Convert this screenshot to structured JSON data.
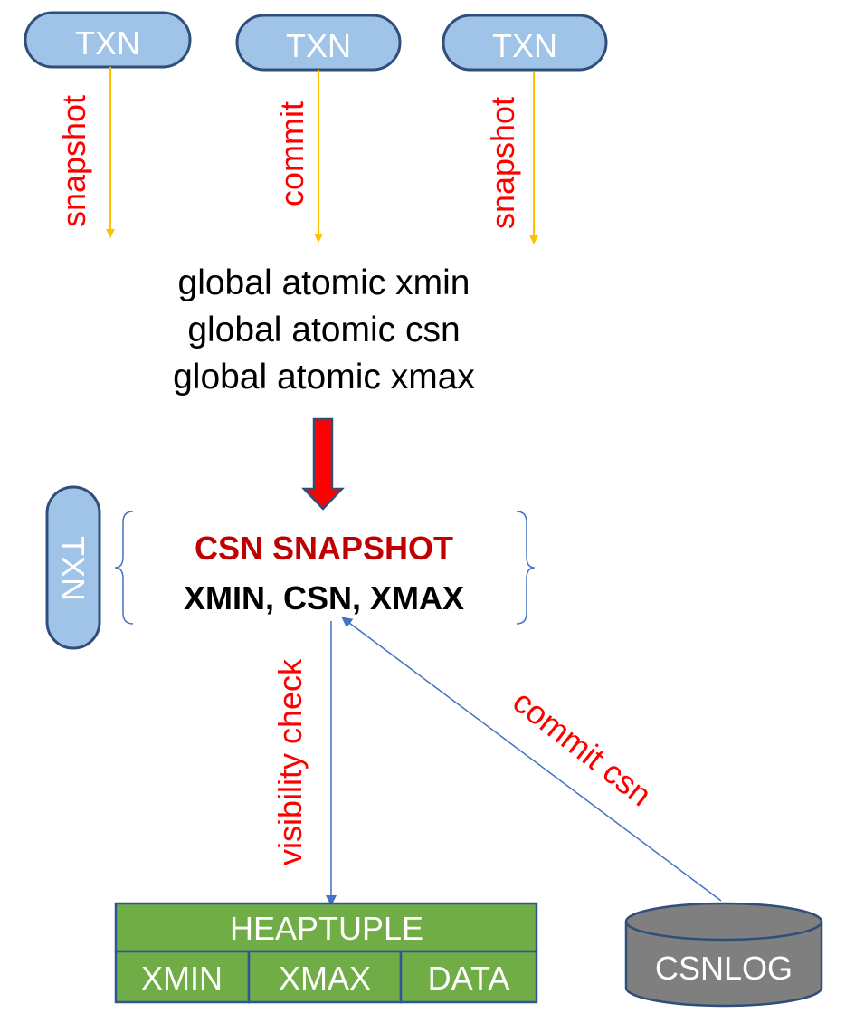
{
  "transactions": [
    {
      "label": "TXN",
      "action": "snapshot"
    },
    {
      "label": "TXN",
      "action": "commit"
    },
    {
      "label": "TXN",
      "action": "snapshot"
    }
  ],
  "globals": [
    "global atomic xmin",
    "global atomic csn",
    "global atomic xmax"
  ],
  "side_txn_label": "TXN",
  "snapshot": {
    "title": "CSN SNAPSHOT",
    "fields": "XMIN, CSN, XMAX"
  },
  "visibility_label": "visibility check",
  "commit_csn_label": "commit csn",
  "heaptuple": {
    "title": "HEAPTUPLE",
    "cells": [
      "XMIN",
      "XMAX",
      "DATA"
    ]
  },
  "csnlog_label": "CSNLOG",
  "colors": {
    "txn_fill": "#9fc4e8",
    "txn_stroke": "#2f4f7a",
    "txn_text": "#ffffff",
    "label_red": "#ff0000",
    "snapshot_title": "#c00000",
    "yellow_arrow": "#ffc000",
    "big_arrow_fill": "#ff0000",
    "big_arrow_stroke": "#2f4f7a",
    "blue_arrow": "#4472c4",
    "heap_fill": "#70ad47",
    "heap_stroke": "#2f5597",
    "db_fill": "#7f7f7f",
    "db_stroke": "#2f4f7a"
  }
}
